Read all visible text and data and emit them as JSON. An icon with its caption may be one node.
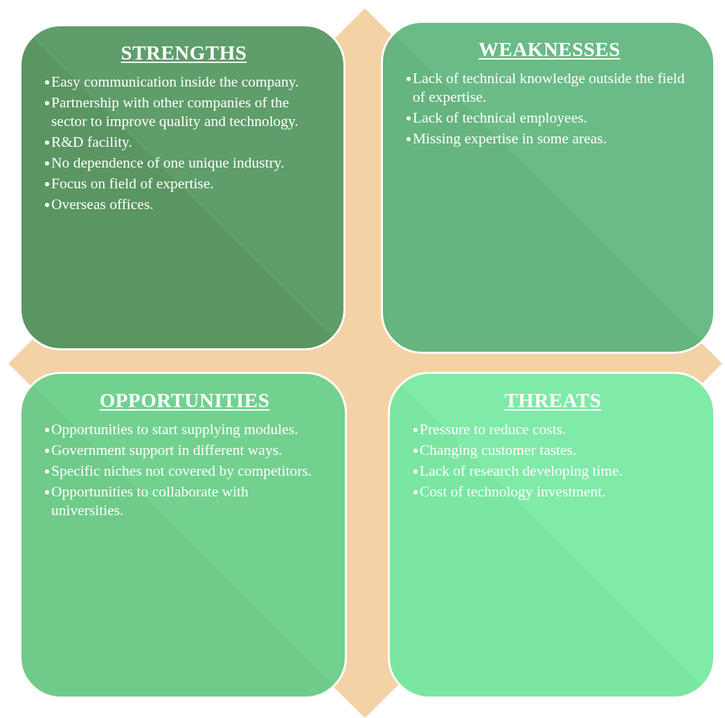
{
  "diagram": {
    "nodes": [
      {
        "text": [
          "STRENGTHS",
          "Easy communication inside the company.",
          "Partnership with other companies of the sector to improve quality and technology.",
          "R&D facility.",
          "No dependence of one unique industry.",
          "Focus on field of expertise.",
          "Overseas offices."
        ]
      },
      {
        "text": [
          "WEAKNESSES",
          "Lack of technical knowledge outside the field of expertise.",
          "Lack of technical employees.",
          "Missing expertise in some areas."
        ]
      },
      {
        "text": [
          "OPPORTUNITIES",
          "Opportunities to start supplying modules.",
          "Government support in different ways.",
          "Specific niches not covered by competitors.",
          "Opportunities to collaborate with universities."
        ]
      },
      {
        "text": [
          "THREATS",
          "Pressure to reduce costs.",
          "Changing customer tastes.",
          "Lack of research developing time.",
          "Cost of technology investment."
        ]
      }
    ],
    "edges": []
  }
}
